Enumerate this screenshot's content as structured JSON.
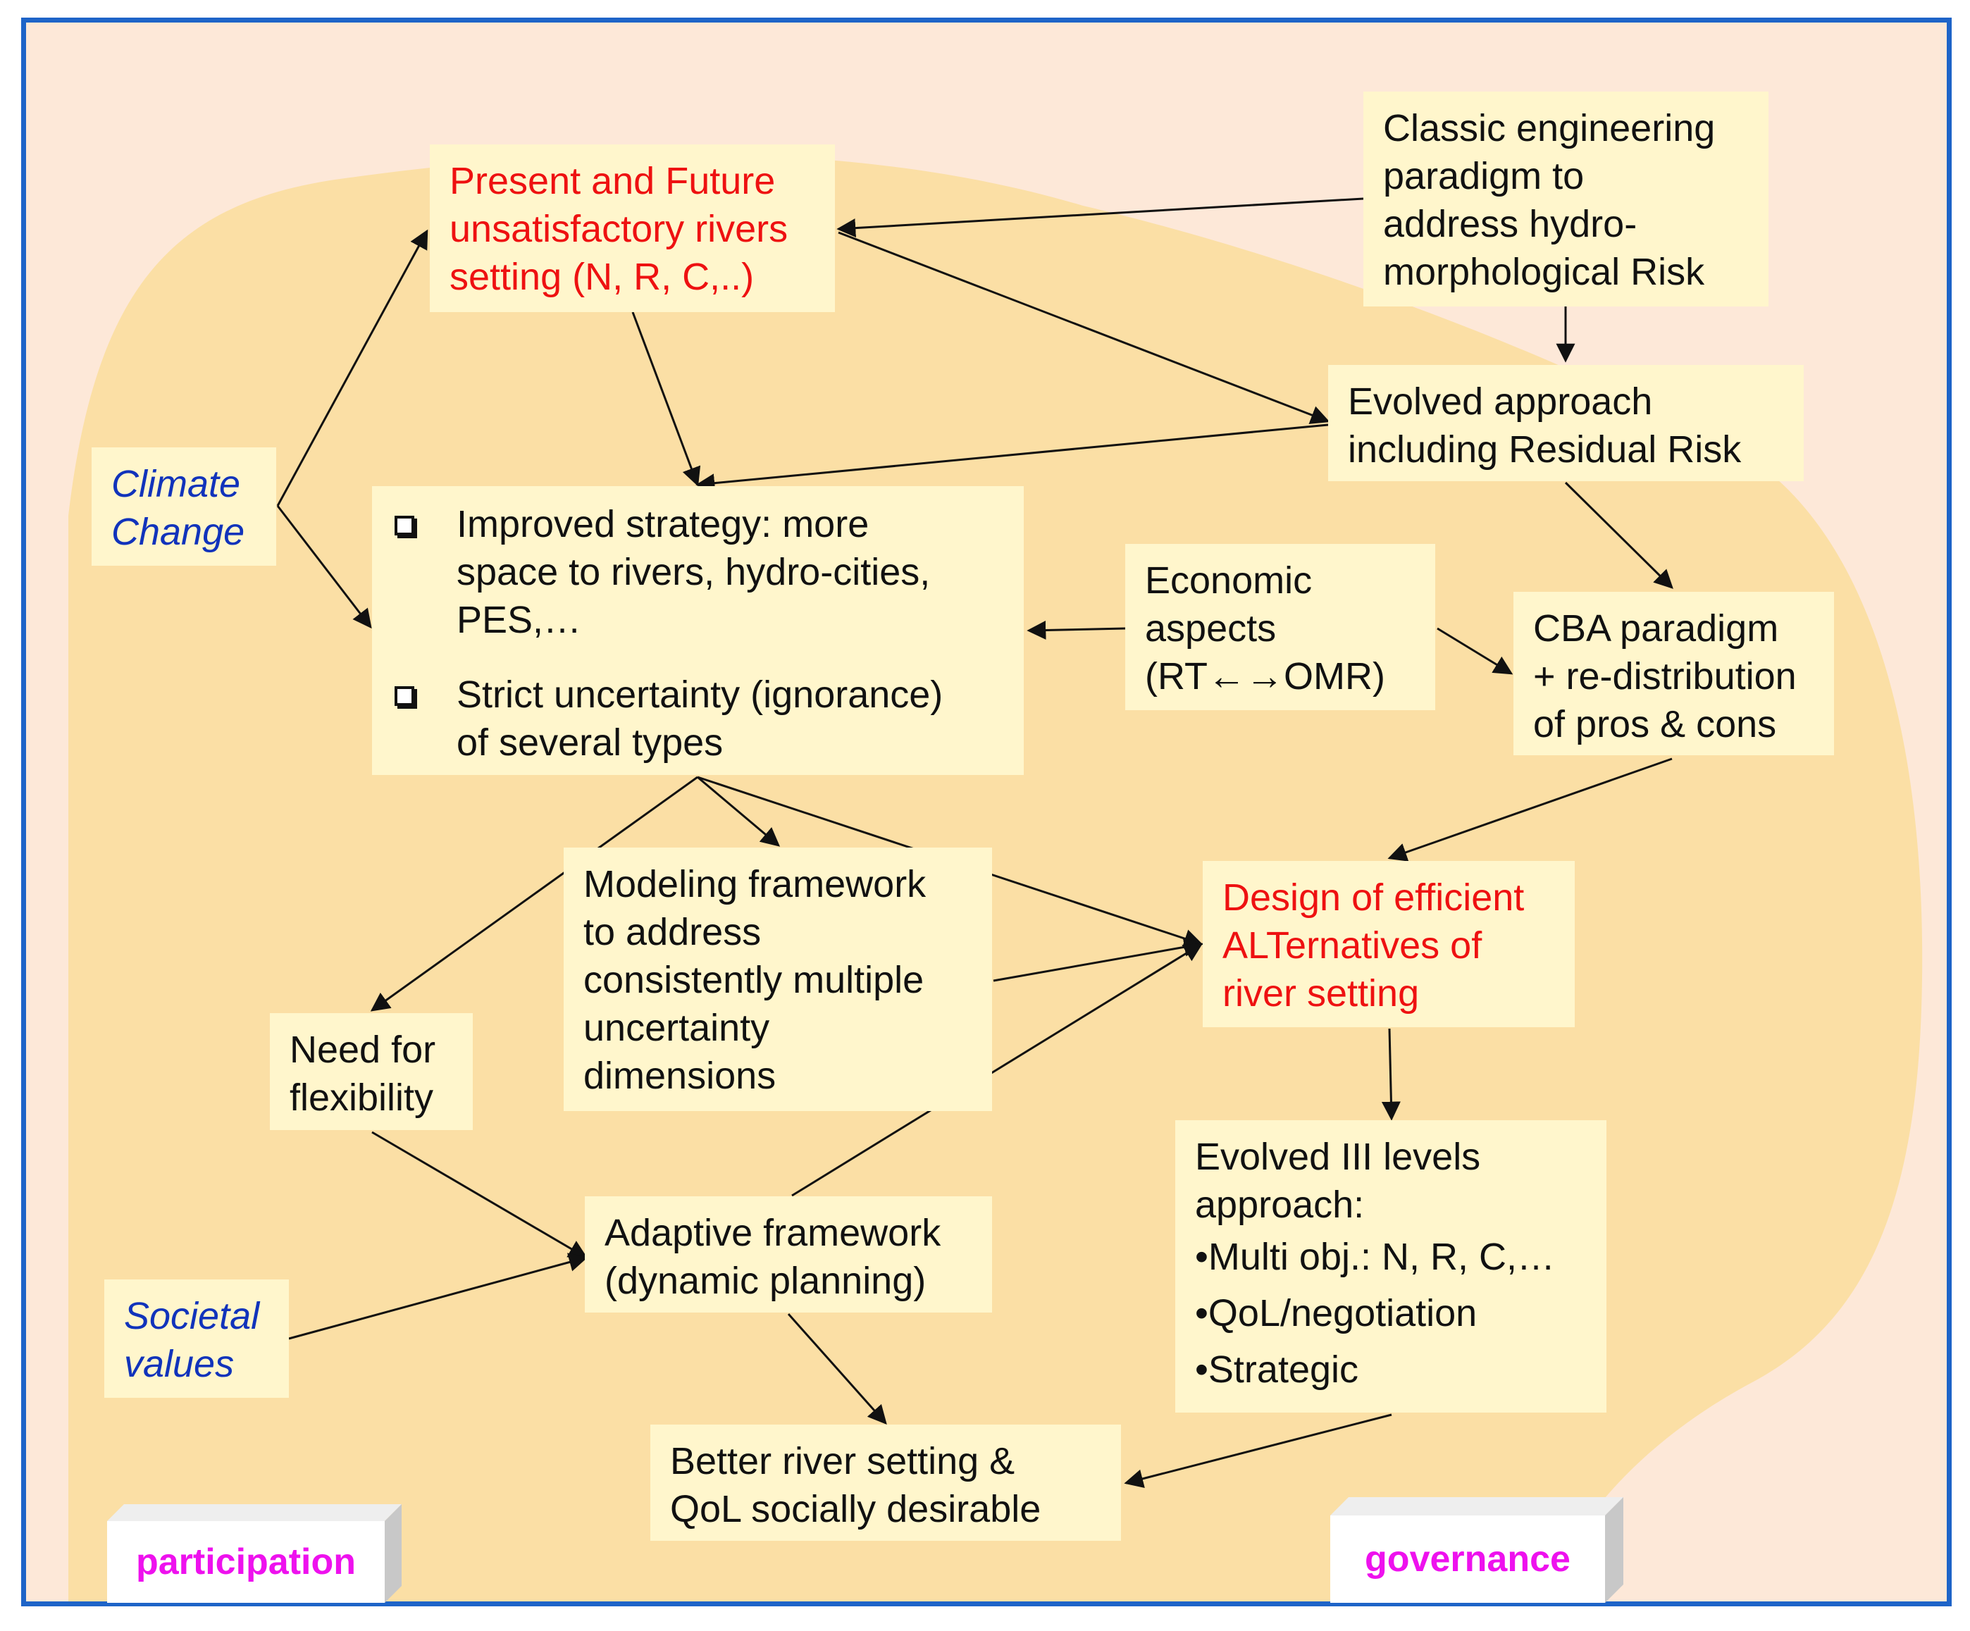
{
  "nodes": {
    "present_future": [
      "Present and Future",
      "unsatisfactory rivers",
      "setting (N, R, C,..)"
    ],
    "classic": [
      "Classic engineering",
      "paradigm to",
      "address hydro-",
      "morphological Risk"
    ],
    "evolved_approach": [
      "Evolved approach",
      "including Residual Risk"
    ],
    "climate": [
      "Climate",
      "Change"
    ],
    "improved": {
      "item1": [
        "Improved strategy: more",
        "space to rivers, hydro-cities,",
        "PES,…"
      ],
      "item2": [
        "Strict uncertainty (ignorance)",
        "of several types"
      ]
    },
    "economic": [
      "Economic",
      "aspects",
      "(RT←→OMR)"
    ],
    "cba": [
      "CBA paradigm",
      "+ re-distribution",
      "of pros & cons"
    ],
    "modeling": [
      "Modeling framework",
      "to address",
      "consistently multiple",
      "uncertainty",
      "dimensions"
    ],
    "design": [
      "Design of efficient",
      "ALTernatives of",
      "river setting"
    ],
    "flexibility": [
      "Need for",
      "flexibility"
    ],
    "levels": [
      "Evolved III levels",
      "approach:",
      "•Multi obj.: N, R, C,…",
      "•QoL/negotiation",
      "•Strategic"
    ],
    "adaptive": [
      "Adaptive framework",
      "(dynamic planning)"
    ],
    "societal": [
      "Societal",
      "values"
    ],
    "better": [
      "Better river setting &",
      "QoL socially desirable"
    ]
  },
  "labels": {
    "participation": "participation",
    "governance": "governance"
  },
  "colors": {
    "frame": "#1e64c8",
    "background": "#fde8d8",
    "blob": "#fbdfa5",
    "box": "#fff6cc",
    "red_text": "#ee1111",
    "blue_text": "#1133bb",
    "label_text": "#ee11ee"
  },
  "edges": [
    [
      "classic",
      "present_future"
    ],
    [
      "classic",
      "evolved_approach"
    ],
    [
      "present_future",
      "evolved_approach"
    ],
    [
      "present_future",
      "improved"
    ],
    [
      "evolved_approach",
      "improved"
    ],
    [
      "evolved_approach",
      "cba"
    ],
    [
      "climate",
      "present_future"
    ],
    [
      "climate",
      "improved"
    ],
    [
      "economic",
      "improved"
    ],
    [
      "economic",
      "cba"
    ],
    [
      "cba",
      "design"
    ],
    [
      "improved",
      "modeling"
    ],
    [
      "improved",
      "flexibility"
    ],
    [
      "improved",
      "design"
    ],
    [
      "modeling",
      "design"
    ],
    [
      "adaptive",
      "design"
    ],
    [
      "flexibility",
      "adaptive"
    ],
    [
      "societal",
      "adaptive"
    ],
    [
      "design",
      "levels"
    ],
    [
      "adaptive",
      "better"
    ],
    [
      "levels",
      "better"
    ]
  ]
}
